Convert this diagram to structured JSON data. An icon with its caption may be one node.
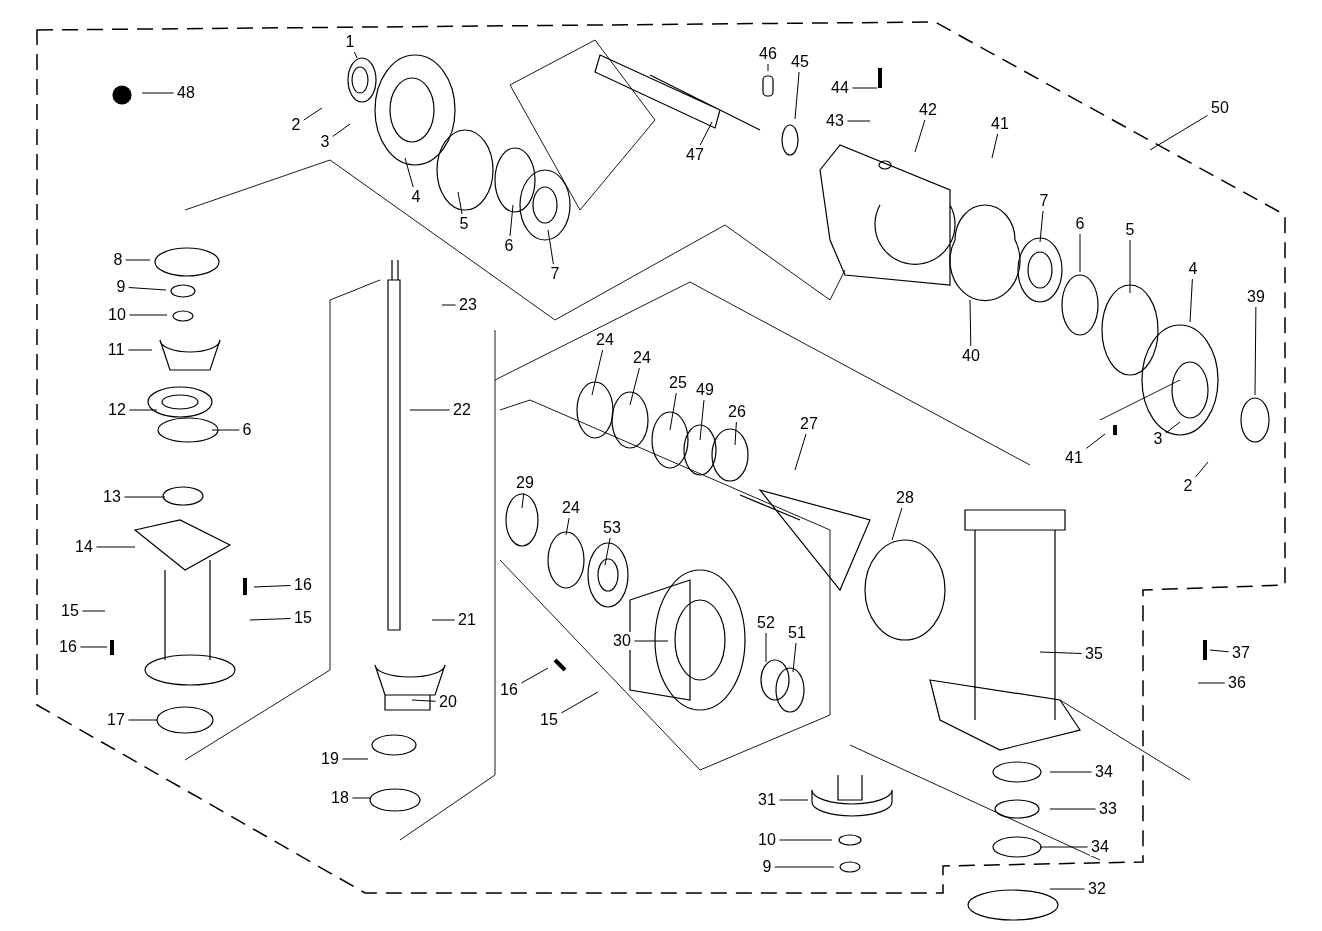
{
  "diagram": {
    "nodes": [
      {
        "text": [
          "48"
        ]
      },
      {
        "text": [
          "1"
        ]
      },
      {
        "text": [
          "2"
        ]
      },
      {
        "text": [
          "3"
        ]
      },
      {
        "text": [
          "4"
        ]
      },
      {
        "text": [
          "5"
        ]
      },
      {
        "text": [
          "6"
        ]
      },
      {
        "text": [
          "7"
        ]
      },
      {
        "text": [
          "46"
        ]
      },
      {
        "text": [
          "45"
        ]
      },
      {
        "text": [
          "47"
        ]
      },
      {
        "text": [
          "44"
        ]
      },
      {
        "text": [
          "43"
        ]
      },
      {
        "text": [
          "42"
        ]
      },
      {
        "text": [
          "41"
        ]
      },
      {
        "text": [
          "50"
        ]
      },
      {
        "text": [
          "8"
        ]
      },
      {
        "text": [
          "9"
        ]
      },
      {
        "text": [
          "10"
        ]
      },
      {
        "text": [
          "11"
        ]
      },
      {
        "text": [
          "12"
        ]
      },
      {
        "text": [
          "6"
        ]
      },
      {
        "text": [
          "13"
        ]
      },
      {
        "text": [
          "14"
        ]
      },
      {
        "text": [
          "15"
        ]
      },
      {
        "text": [
          "16"
        ]
      },
      {
        "text": [
          "15"
        ]
      },
      {
        "text": [
          "16"
        ]
      },
      {
        "text": [
          "17"
        ]
      },
      {
        "text": [
          "23"
        ]
      },
      {
        "text": [
          "22"
        ]
      },
      {
        "text": [
          "21"
        ]
      },
      {
        "text": [
          "20"
        ]
      },
      {
        "text": [
          "19"
        ]
      },
      {
        "text": [
          "18"
        ]
      },
      {
        "text": [
          "7"
        ]
      },
      {
        "text": [
          "6"
        ]
      },
      {
        "text": [
          "5"
        ]
      },
      {
        "text": [
          "4"
        ]
      },
      {
        "text": [
          "39"
        ]
      },
      {
        "text": [
          "40"
        ]
      },
      {
        "text": [
          "41"
        ]
      },
      {
        "text": [
          "3"
        ]
      },
      {
        "text": [
          "2"
        ]
      },
      {
        "text": [
          "24"
        ]
      },
      {
        "text": [
          "24"
        ]
      },
      {
        "text": [
          "25"
        ]
      },
      {
        "text": [
          "49"
        ]
      },
      {
        "text": [
          "26"
        ]
      },
      {
        "text": [
          "27"
        ]
      },
      {
        "text": [
          "28"
        ]
      },
      {
        "text": [
          "29"
        ]
      },
      {
        "text": [
          "24"
        ]
      },
      {
        "text": [
          "53"
        ]
      },
      {
        "text": [
          "30"
        ]
      },
      {
        "text": [
          "52"
        ]
      },
      {
        "text": [
          "51"
        ]
      },
      {
        "text": [
          "16"
        ]
      },
      {
        "text": [
          "15"
        ]
      },
      {
        "text": [
          "35"
        ]
      },
      {
        "text": [
          "37"
        ]
      },
      {
        "text": [
          "36"
        ]
      },
      {
        "text": [
          "34"
        ]
      },
      {
        "text": [
          "33"
        ]
      },
      {
        "text": [
          "34"
        ]
      },
      {
        "text": [
          "32"
        ]
      },
      {
        "text": [
          "31"
        ]
      },
      {
        "text": [
          "10"
        ]
      },
      {
        "text": [
          "9"
        ]
      }
    ],
    "edges": [
      {
        "from": 0,
        "to": null,
        "arrow": "none"
      },
      {
        "from": 1,
        "to": null,
        "arrow": "none"
      },
      {
        "from": 2,
        "to": null,
        "arrow": "none"
      },
      {
        "from": 3,
        "to": null,
        "arrow": "none"
      },
      {
        "from": 4,
        "to": null,
        "arrow": "none"
      },
      {
        "from": 5,
        "to": null,
        "arrow": "none"
      },
      {
        "from": 6,
        "to": null,
        "arrow": "none"
      },
      {
        "from": 7,
        "to": null,
        "arrow": "none"
      },
      {
        "from": 8,
        "to": null,
        "arrow": "none"
      },
      {
        "from": 9,
        "to": null,
        "arrow": "none"
      },
      {
        "from": 10,
        "to": null,
        "arrow": "none"
      },
      {
        "from": 11,
        "to": null,
        "arrow": "none"
      },
      {
        "from": 12,
        "to": null,
        "arrow": "none"
      },
      {
        "from": 13,
        "to": null,
        "arrow": "none"
      },
      {
        "from": 14,
        "to": null,
        "arrow": "none"
      },
      {
        "from": 15,
        "to": null,
        "arrow": "none"
      },
      {
        "from": 16,
        "to": null,
        "arrow": "none"
      },
      {
        "from": 17,
        "to": null,
        "arrow": "none"
      },
      {
        "from": 18,
        "to": null,
        "arrow": "none"
      },
      {
        "from": 19,
        "to": null,
        "arrow": "none"
      },
      {
        "from": 20,
        "to": null,
        "arrow": "none"
      },
      {
        "from": 21,
        "to": null,
        "arrow": "none"
      },
      {
        "from": 22,
        "to": null,
        "arrow": "none"
      },
      {
        "from": 23,
        "to": null,
        "arrow": "none"
      },
      {
        "from": 24,
        "to": null,
        "arrow": "none"
      },
      {
        "from": 25,
        "to": null,
        "arrow": "none"
      },
      {
        "from": 26,
        "to": null,
        "arrow": "none"
      },
      {
        "from": 27,
        "to": null,
        "arrow": "none"
      },
      {
        "from": 28,
        "to": null,
        "arrow": "none"
      },
      {
        "from": 29,
        "to": null,
        "arrow": "none"
      },
      {
        "from": 30,
        "to": null,
        "arrow": "none"
      },
      {
        "from": 31,
        "to": null,
        "arrow": "none"
      },
      {
        "from": 32,
        "to": null,
        "arrow": "none"
      },
      {
        "from": 33,
        "to": null,
        "arrow": "none"
      },
      {
        "from": 34,
        "to": null,
        "arrow": "none"
      },
      {
        "from": 35,
        "to": null,
        "arrow": "none"
      },
      {
        "from": 36,
        "to": null,
        "arrow": "none"
      },
      {
        "from": 37,
        "to": null,
        "arrow": "none"
      },
      {
        "from": 38,
        "to": null,
        "arrow": "none"
      },
      {
        "from": 39,
        "to": null,
        "arrow": "none"
      },
      {
        "from": 40,
        "to": null,
        "arrow": "none"
      },
      {
        "from": 41,
        "to": null,
        "arrow": "none"
      },
      {
        "from": 42,
        "to": null,
        "arrow": "none"
      },
      {
        "from": 43,
        "to": null,
        "arrow": "none"
      },
      {
        "from": 44,
        "to": null,
        "arrow": "none"
      },
      {
        "from": 45,
        "to": null,
        "arrow": "none"
      },
      {
        "from": 46,
        "to": null,
        "arrow": "none"
      },
      {
        "from": 47,
        "to": null,
        "arrow": "none"
      },
      {
        "from": 48,
        "to": null,
        "arrow": "none"
      },
      {
        "from": 49,
        "to": null,
        "arrow": "none"
      },
      {
        "from": 50,
        "to": null,
        "arrow": "none"
      },
      {
        "from": 51,
        "to": null,
        "arrow": "none"
      },
      {
        "from": 52,
        "to": null,
        "arrow": "none"
      },
      {
        "from": 53,
        "to": null,
        "arrow": "none"
      },
      {
        "from": 54,
        "to": null,
        "arrow": "none"
      },
      {
        "from": 55,
        "to": null,
        "arrow": "none"
      },
      {
        "from": 56,
        "to": null,
        "arrow": "none"
      },
      {
        "from": 57,
        "to": null,
        "arrow": "none"
      },
      {
        "from": 58,
        "to": null,
        "arrow": "none"
      },
      {
        "from": 59,
        "to": null,
        "arrow": "none"
      },
      {
        "from": 60,
        "to": null,
        "arrow": "none"
      },
      {
        "from": 61,
        "to": null,
        "arrow": "none"
      },
      {
        "from": 62,
        "to": null,
        "arrow": "none"
      },
      {
        "from": 63,
        "to": null,
        "arrow": "none"
      },
      {
        "from": 64,
        "to": null,
        "arrow": "none"
      },
      {
        "from": 65,
        "to": null,
        "arrow": "none"
      },
      {
        "from": 66,
        "to": null,
        "arrow": "none"
      },
      {
        "from": 67,
        "to": null,
        "arrow": "none"
      },
      {
        "from": 68,
        "to": null,
        "arrow": "none"
      }
    ]
  }
}
